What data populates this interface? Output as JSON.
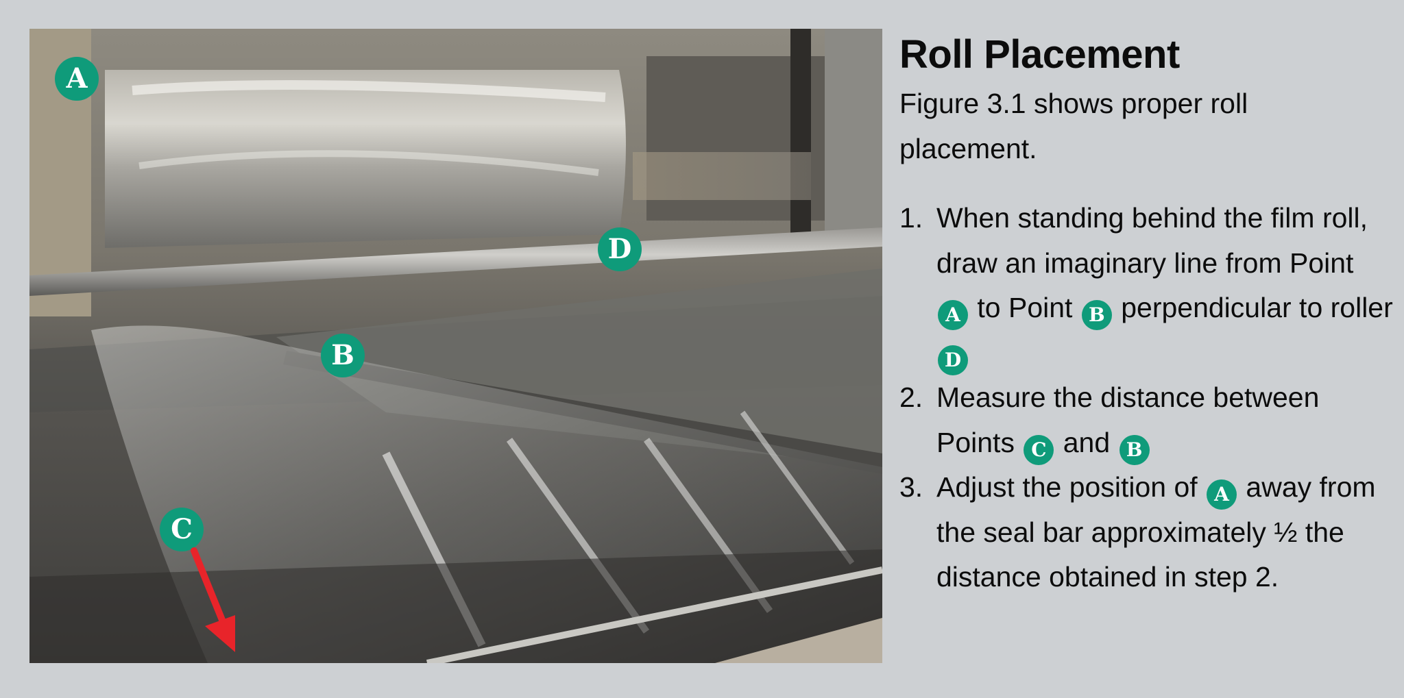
{
  "colors": {
    "background": "#cdd0d3",
    "marker_green": "#0f9b7a",
    "arrow_red": "#e8242a",
    "text": "#0c0c0c"
  },
  "figure": {
    "description": "Photo of shrink film roll on machine with labelled points",
    "markers": [
      {
        "id": "A",
        "label": "A"
      },
      {
        "id": "B",
        "label": "B"
      },
      {
        "id": "C",
        "label": "C"
      },
      {
        "id": "D",
        "label": "D"
      }
    ],
    "arrow": "red arrow pointing down-right from point C"
  },
  "panel": {
    "title": "Roll Placement",
    "intro": "Figure 3.1 shows proper roll placement.",
    "steps": [
      {
        "number": "1.",
        "parts": [
          "When standing behind the film roll, draw an imaginary line from Point ",
          "A",
          " to Point ",
          "B",
          " perpendicular to roller ",
          "D"
        ]
      },
      {
        "number": "2.",
        "parts": [
          "Measure the distance between Points ",
          "C",
          " and ",
          "B"
        ]
      },
      {
        "number": "3.",
        "parts": [
          "Adjust the position of ",
          "A",
          " away from the seal bar approximately ½ the distance obtained in step 2."
        ]
      }
    ]
  }
}
